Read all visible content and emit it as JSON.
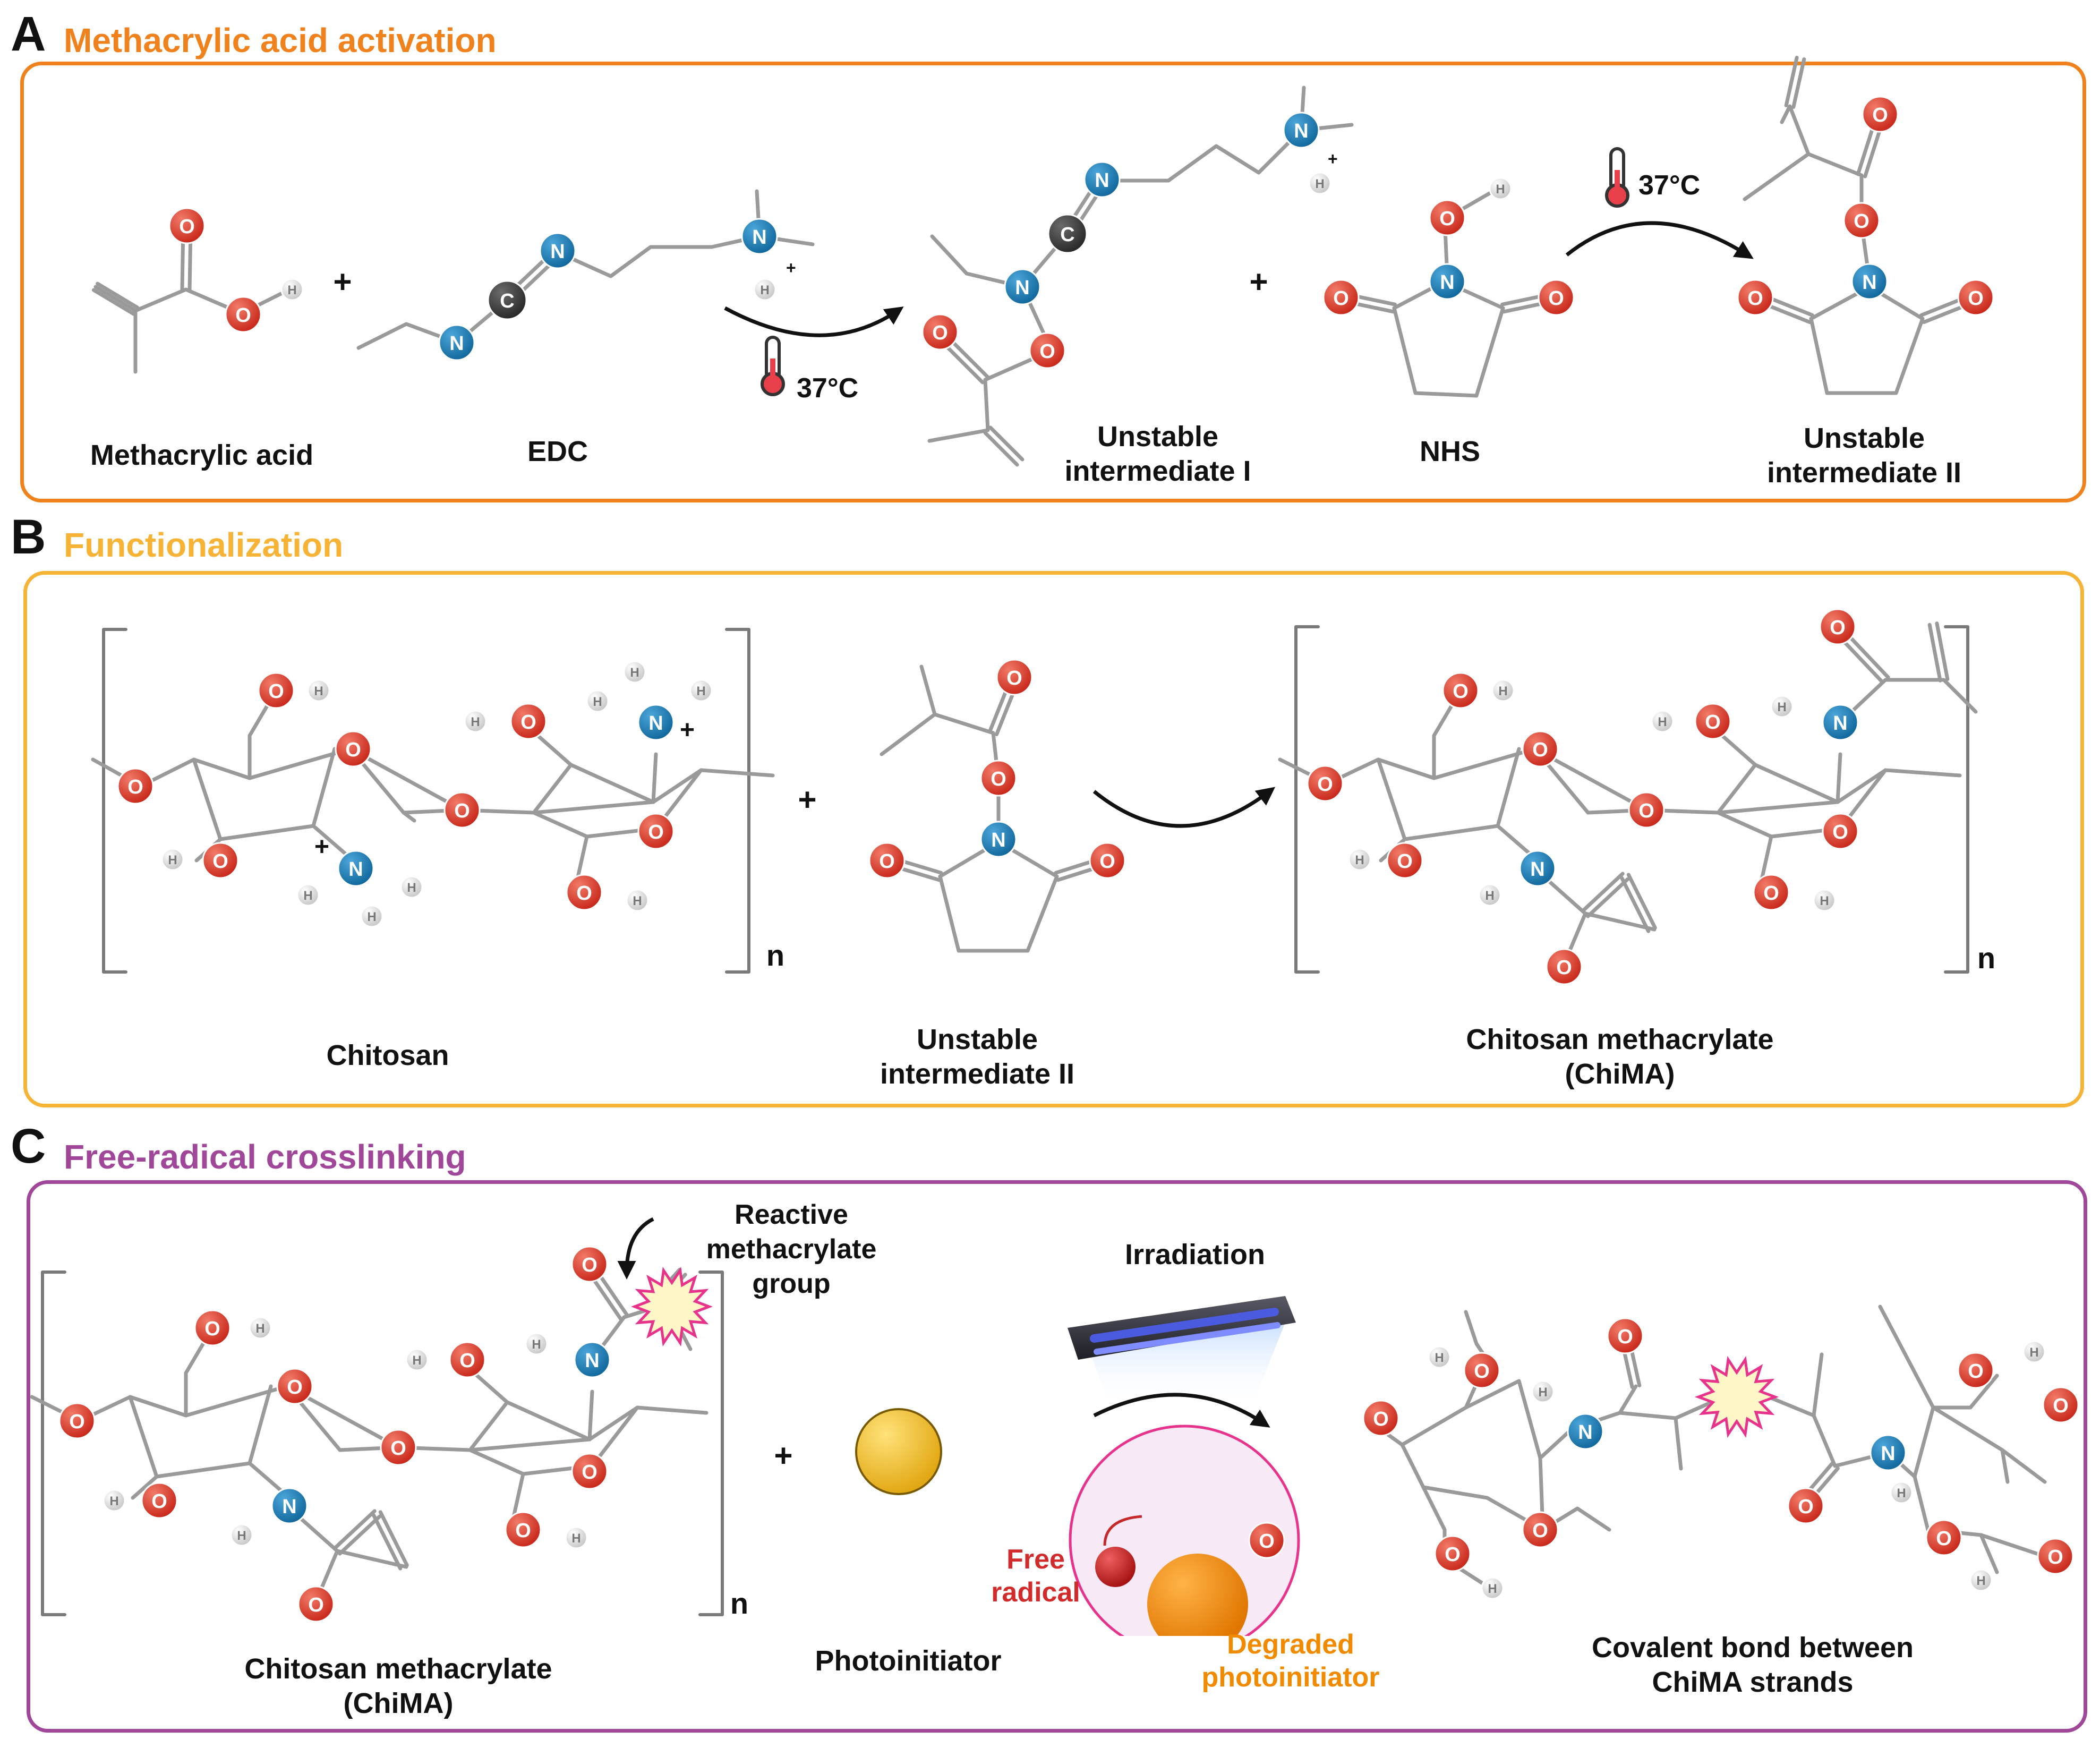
{
  "colors": {
    "panel_a": "#F0821E",
    "panel_b": "#F6B335",
    "panel_c": "#A0479A",
    "oxygen": "#D63A2A",
    "nitrogen": "#1C7FB8",
    "carbon": "#3A3A3A",
    "hydrogen": "#DCDCDC",
    "bond": "#9A9A9A",
    "free_radical_text": "#D22B2B",
    "degraded_text": "#F28A00",
    "reactive_star": "#E8338D"
  },
  "icons": [
    "thermometer-icon",
    "reaction-arrow-icon",
    "uv-lamp-icon",
    "photoinitiator-sphere-icon",
    "reactive-star-icon"
  ],
  "panel_a": {
    "letter": "A",
    "title": "Methacrylic acid activation",
    "labels": {
      "methacrylic_acid": "Methacrylic acid",
      "edc": "EDC",
      "intermediate_1": [
        "Unstable",
        "intermediate I"
      ],
      "nhs": "NHS",
      "intermediate_2": [
        "Unstable",
        "intermediate II"
      ]
    },
    "temp_1": "37°C",
    "temp_2": "37°C",
    "plus": "+"
  },
  "panel_b": {
    "letter": "B",
    "title": "Functionalization",
    "labels": {
      "chitosan": "Chitosan",
      "intermediate_2": [
        "Unstable",
        "intermediate II"
      ],
      "chima": [
        "Chitosan methacrylate",
        "(ChiMA)"
      ]
    },
    "n": "n",
    "plus": "+"
  },
  "panel_c": {
    "letter": "C",
    "title": "Free-radical crosslinking",
    "labels": {
      "reactive": [
        "Reactive",
        "methacrylate",
        "group"
      ],
      "irradiation": "Irradiation",
      "chima": [
        "Chitosan methacrylate",
        "(ChiMA)"
      ],
      "photoinitiator": "Photoinitiator",
      "free_radical": [
        "Free",
        "radical"
      ],
      "degraded": [
        "Degraded",
        "photoinitiator"
      ],
      "covalent": [
        "Covalent bond between",
        "ChiMA strands"
      ]
    },
    "n": "n",
    "plus": "+"
  },
  "atoms": {
    "O": "O",
    "N": "N",
    "C": "C",
    "H": "H"
  }
}
